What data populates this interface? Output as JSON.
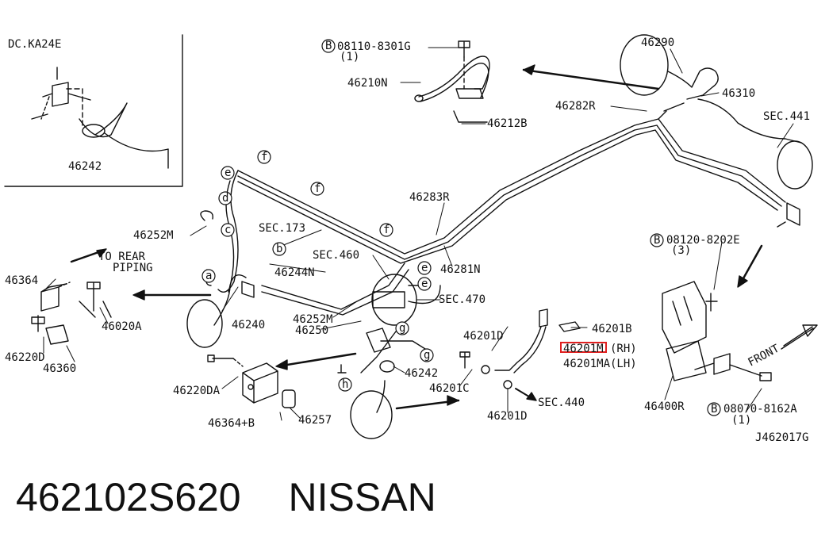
{
  "diagram": {
    "callouts": [
      {
        "id": "dc_ka24e",
        "text": "DC.KA24E"
      },
      {
        "id": "p46242_top",
        "text": "46242"
      },
      {
        "id": "bolt_top",
        "text": "08110-8301G"
      },
      {
        "id": "bolt_top_qty",
        "text": "(1)"
      },
      {
        "id": "p46210n",
        "text": "46210N"
      },
      {
        "id": "p46212b",
        "text": "46212B"
      },
      {
        "id": "p46290",
        "text": "46290"
      },
      {
        "id": "p46310",
        "text": "46310"
      },
      {
        "id": "p46282r",
        "text": "46282R"
      },
      {
        "id": "sec441",
        "text": "SEC.441"
      },
      {
        "id": "p46283r",
        "text": "46283R"
      },
      {
        "id": "p46281n",
        "text": "46281N"
      },
      {
        "id": "p46252m_top",
        "text": "46252M"
      },
      {
        "id": "sec173",
        "text": "SEC.173"
      },
      {
        "id": "p46244n",
        "text": "46244N"
      },
      {
        "id": "sec460",
        "text": "SEC.460"
      },
      {
        "id": "sec470",
        "text": "SEC.470"
      },
      {
        "id": "to_rear",
        "text": "TO REAR"
      },
      {
        "id": "piping",
        "text": "PIPING"
      },
      {
        "id": "p46364",
        "text": "46364"
      },
      {
        "id": "p46020a",
        "text": "46020A"
      },
      {
        "id": "p46220d",
        "text": "46220D"
      },
      {
        "id": "p46360",
        "text": "46360"
      },
      {
        "id": "p46240",
        "text": "46240"
      },
      {
        "id": "p46252m_mid",
        "text": "46252M"
      },
      {
        "id": "p46250",
        "text": "46250"
      },
      {
        "id": "p46220da",
        "text": "46220DA"
      },
      {
        "id": "p46364b",
        "text": "46364+B"
      },
      {
        "id": "p46257",
        "text": "46257"
      },
      {
        "id": "p46242_mid",
        "text": "46242"
      },
      {
        "id": "p46201d_top",
        "text": "46201D"
      },
      {
        "id": "p46201c",
        "text": "46201C"
      },
      {
        "id": "p46201d_bot",
        "text": "46201D"
      },
      {
        "id": "sec440",
        "text": "SEC.440"
      },
      {
        "id": "p46201b",
        "text": "46201B"
      },
      {
        "id": "p46201m",
        "text": "46201M (RH)"
      },
      {
        "id": "p46201ma",
        "text": "46201MA(LH)"
      },
      {
        "id": "bolt_right",
        "text": "08120-8202E"
      },
      {
        "id": "bolt_right_qty",
        "text": "(3)"
      },
      {
        "id": "front",
        "text": "FRONT"
      },
      {
        "id": "p46400r",
        "text": "46400R"
      },
      {
        "id": "bolt_bot",
        "text": "08070-8162A"
      },
      {
        "id": "bolt_bot_qty",
        "text": "(1)"
      },
      {
        "id": "ref_code",
        "text": "J462017G"
      }
    ],
    "markers": [
      "a",
      "b",
      "c",
      "d",
      "e",
      "f",
      "g",
      "h"
    ],
    "bolt_marker": "B"
  },
  "caption": {
    "part_number": "462102S620",
    "brand": "NISSAN"
  },
  "colors": {
    "line": "#111111",
    "highlight": "#e02020"
  }
}
